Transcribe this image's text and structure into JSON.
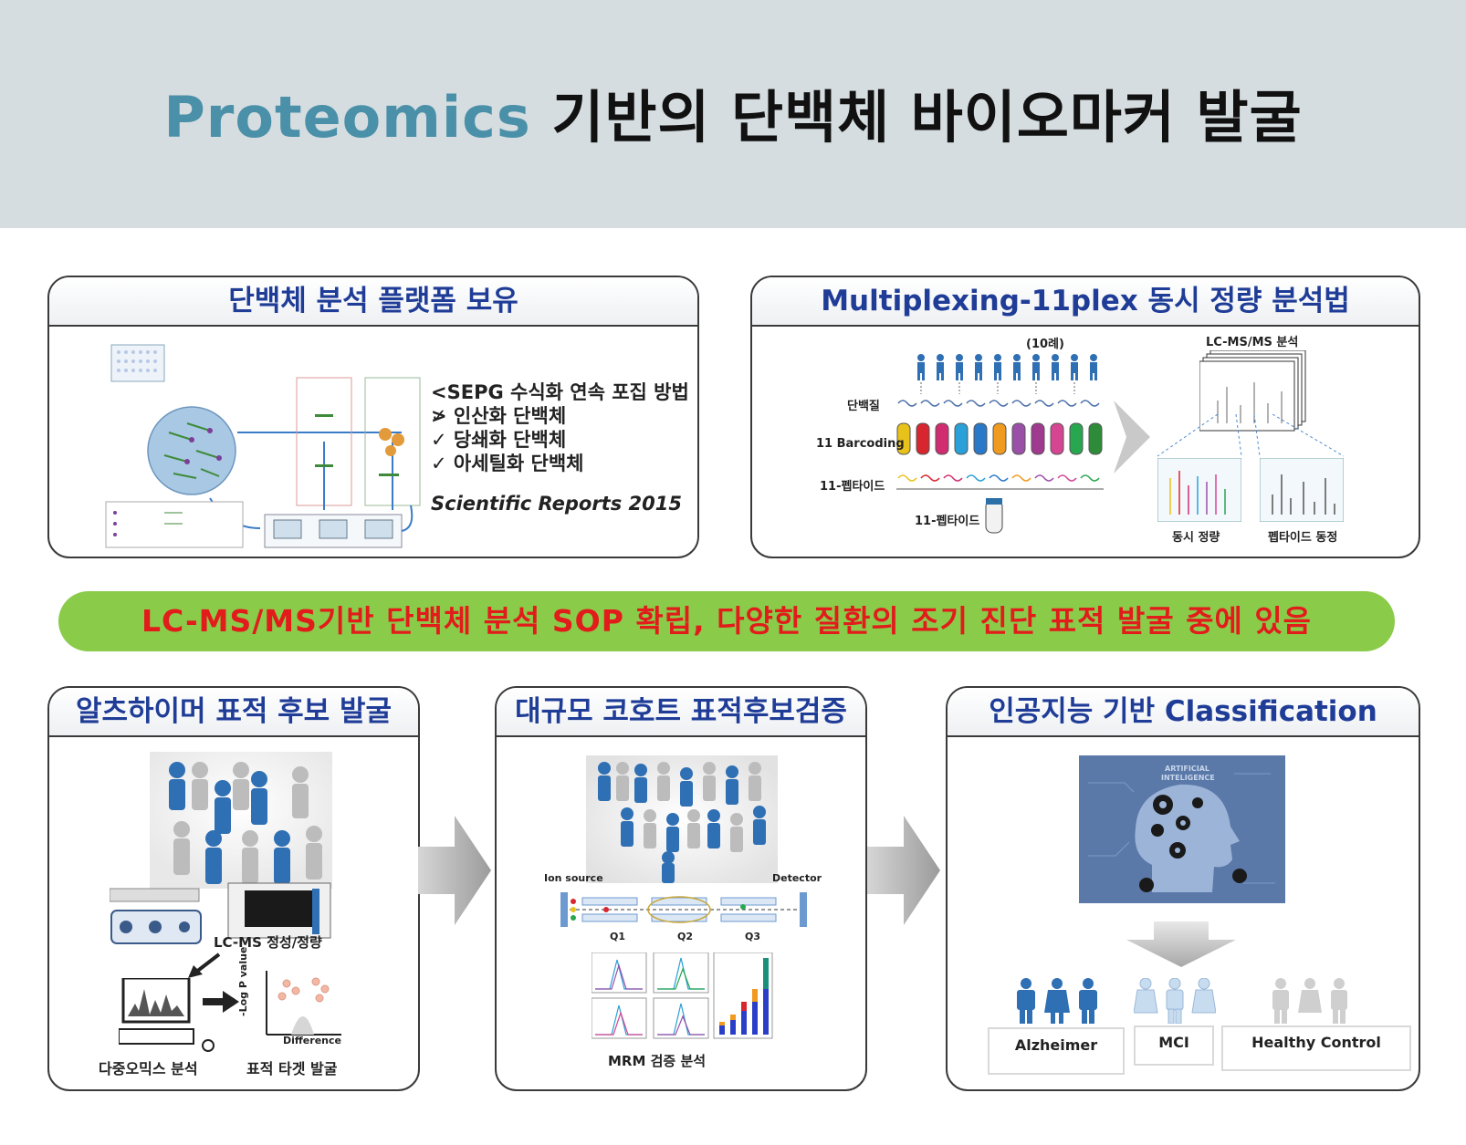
{
  "header": {
    "title_accent": "Proteomics",
    "title_rest": " 기반의 단백체 바이오마커 발굴"
  },
  "panel1": {
    "title": "단백체 분석 플랫폼 보유",
    "method_title": "<SEPG 수식화 연속 포집 방법>",
    "items": [
      "✓ 인산화 단백체",
      "✓ 당쇄화 단백체",
      "✓ 아세틸화 단백체"
    ],
    "citation": "Scientific Reports 2015"
  },
  "panel2": {
    "title": "Multiplexing-11plex 동시 정량 분석법",
    "sample_label": "(10례)",
    "row_labels": [
      "단백질",
      "11 Barcoding",
      "11-펩타이드"
    ],
    "tube_label": "11-펩타이드",
    "ms_label": "LC-MS/MS 분석",
    "bottom_labels": [
      "동시 정량",
      "펩타이드 동정"
    ]
  },
  "banner": {
    "text": "LC-MS/MS기반 단백체 분석 SOP 확립, 다양한 질환의 조기 진단 표적 발굴 중에 있음"
  },
  "panel3": {
    "title": "알츠하이머 표적 후보 발굴",
    "lcms_label": "LC-MS 정성/정량",
    "axis_y": "-Log P value",
    "axis_x": "Difference",
    "bottom_labels": [
      "다중오믹스 분석",
      "표적 타겟 발굴"
    ]
  },
  "panel4": {
    "title": "대규모 코호트 표적후보검증",
    "ion_source": "Ion source",
    "detector": "Detector",
    "quads": [
      "Q1",
      "Q2",
      "Q3"
    ],
    "mrm_label": "MRM 검증 분석"
  },
  "panel5": {
    "title": "인공지능 기반 Classification",
    "ai_text": [
      "ARTIFICIAL",
      "INTELIGENCE"
    ],
    "groups": [
      "Alzheimer",
      "MCI",
      "Healthy Control"
    ]
  },
  "colors": {
    "header_bg": "#d5dde0",
    "accent": "#4a90a8",
    "panel_title": "#1f3c97",
    "banner_bg": "#8acb4a",
    "banner_text": "#e21b1b",
    "person_blue": "#2f6fb3"
  },
  "icons": [
    "person-icon",
    "peptide-icon",
    "tube-icon",
    "arrow-right-icon",
    "arrow-down-icon",
    "gear-icon",
    "computer-icon",
    "mass-spectrometer-icon"
  ],
  "barcode_colors": [
    "#e8c21a",
    "#d8262e",
    "#d12c6f",
    "#2aa0d8",
    "#2a78c8",
    "#f09a1f",
    "#9b50a8",
    "#a03a8e",
    "#d64592",
    "#29a650",
    "#2e8b3a"
  ]
}
